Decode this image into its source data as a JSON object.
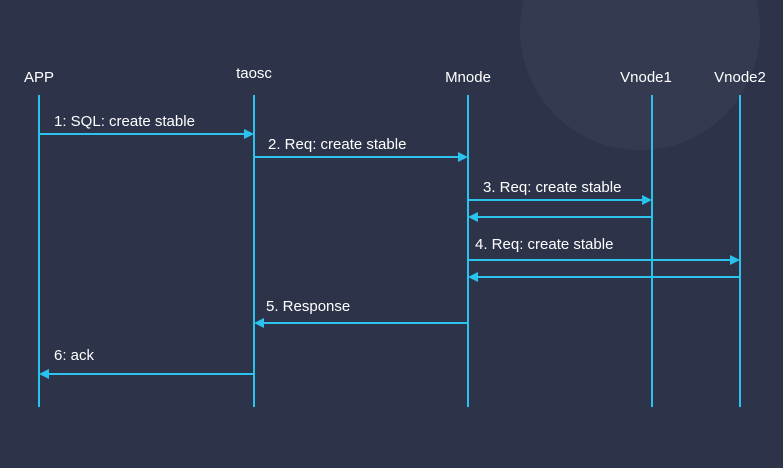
{
  "colors": {
    "background": "#2d3449",
    "line": "#29c3ee",
    "text": "#ffffff",
    "watermark": "#343b51"
  },
  "participants": [
    {
      "id": "app",
      "label": "APP"
    },
    {
      "id": "taosc",
      "label": "taosc"
    },
    {
      "id": "mnode",
      "label": "Mnode"
    },
    {
      "id": "vnode1",
      "label": "Vnode1"
    },
    {
      "id": "vnode2",
      "label": "Vnode2"
    }
  ],
  "messages": [
    {
      "id": "m1",
      "from": "app",
      "to": "taosc",
      "label": "1: SQL: create stable"
    },
    {
      "id": "m2",
      "from": "taosc",
      "to": "mnode",
      "label": "2. Req: create stable"
    },
    {
      "id": "m3",
      "from": "mnode",
      "to": "vnode1",
      "label": "3. Req: create stable"
    },
    {
      "id": "m3r",
      "from": "vnode1",
      "to": "mnode",
      "label": ""
    },
    {
      "id": "m4",
      "from": "mnode",
      "to": "vnode2",
      "label": "4. Req: create stable"
    },
    {
      "id": "m4r",
      "from": "vnode2",
      "to": "mnode",
      "label": ""
    },
    {
      "id": "m5",
      "from": "mnode",
      "to": "taosc",
      "label": "5. Response"
    },
    {
      "id": "m6",
      "from": "taosc",
      "to": "app",
      "label": "6: ack"
    }
  ]
}
